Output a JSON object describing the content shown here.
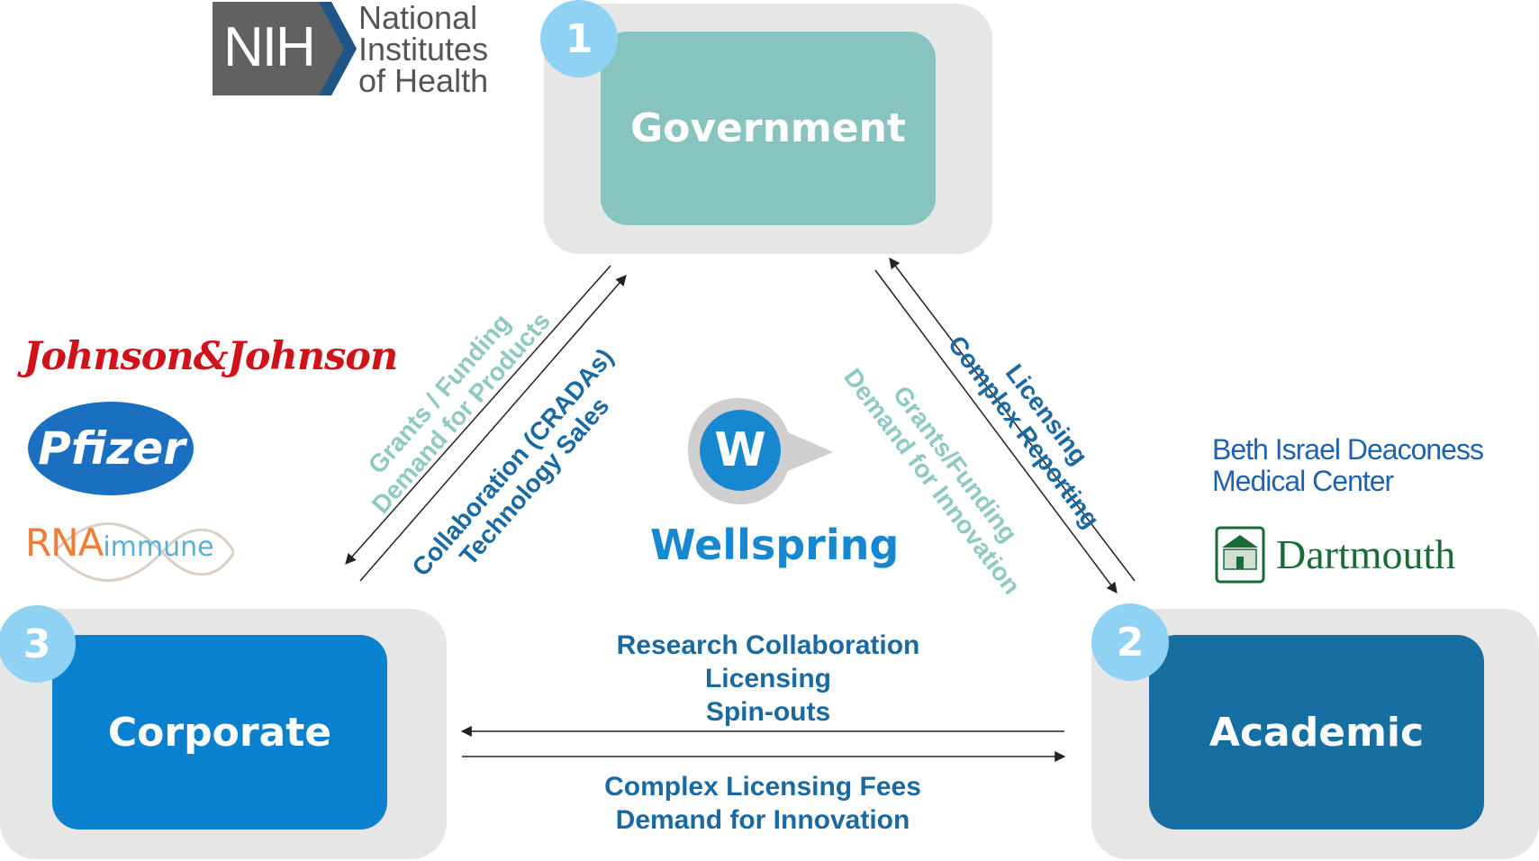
{
  "nodes": {
    "government": {
      "number": "1",
      "label": "Government",
      "color": "#87c3bf"
    },
    "academic": {
      "number": "2",
      "label": "Academic",
      "color": "#166fa0"
    },
    "corporate": {
      "number": "3",
      "label": "Corporate",
      "color": "#0a81cf"
    }
  },
  "edges": {
    "gov_to_corp": [
      "Grants / Funding",
      "Demand for Products"
    ],
    "corp_to_gov": [
      "Collaboration (CRADAs)",
      "Technology Sales"
    ],
    "gov_to_acad": [
      "Grants/Funding",
      "Demand for Innovation"
    ],
    "acad_to_gov": [
      "Licensing",
      "Complex Reporting"
    ],
    "acad_to_corp": [
      "Research Collaboration",
      "Licensing",
      "Spin-outs"
    ],
    "corp_to_acad": [
      "Complex Licensing Fees",
      "Demand for Innovation"
    ]
  },
  "logos": {
    "nih": {
      "mark": "NIH",
      "lines": [
        "National",
        "Institutes",
        "of Health"
      ]
    },
    "johnson": "Johnson&Johnson",
    "pfizer": "Pfizer",
    "rna": {
      "a": "RNA",
      "b": "immune"
    },
    "bidmc": [
      "Beth Israel Deaconess",
      "Medical Center"
    ],
    "dartmouth": "Dartmouth",
    "wellspring": {
      "mark": "W",
      "name": "Wellspring"
    }
  },
  "colors": {
    "badge": "#8fd2f4",
    "teal_text": "#8ec9c4",
    "blue_text": "#1a6aa1",
    "outer_box": "#e6e6e6"
  }
}
